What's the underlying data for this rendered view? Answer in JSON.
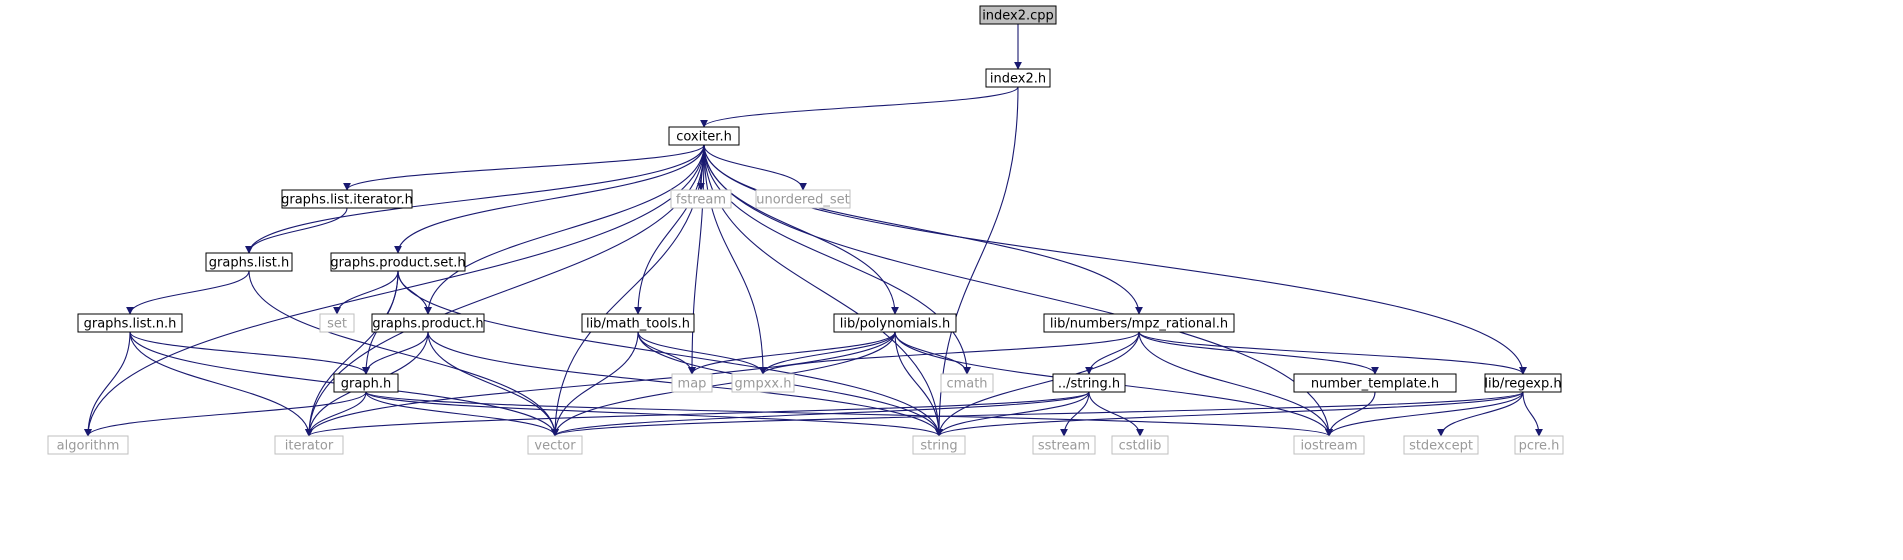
{
  "diagram": {
    "type": "include-dependency-graph",
    "colors": {
      "edge": "#191970",
      "node_border": "#000000",
      "external_border": "#bfbfbf",
      "root_fill": "#bfbfbf",
      "external_text": "#9a9a9a"
    },
    "nodes": [
      {
        "id": "index2cpp",
        "label": "index2.cpp",
        "kind": "root"
      },
      {
        "id": "index2h",
        "label": "index2.h",
        "kind": "local"
      },
      {
        "id": "coxiter",
        "label": "coxiter.h",
        "kind": "local"
      },
      {
        "id": "gli",
        "label": "graphs.list.iterator.h",
        "kind": "local"
      },
      {
        "id": "fstream",
        "label": "fstream",
        "kind": "external"
      },
      {
        "id": "unordered_set",
        "label": "unordered_set",
        "kind": "external"
      },
      {
        "id": "gl",
        "label": "graphs.list.h",
        "kind": "local"
      },
      {
        "id": "gps",
        "label": "graphs.product.set.h",
        "kind": "local"
      },
      {
        "id": "gln",
        "label": "graphs.list.n.h",
        "kind": "local"
      },
      {
        "id": "set",
        "label": "set",
        "kind": "external"
      },
      {
        "id": "gp",
        "label": "graphs.product.h",
        "kind": "local"
      },
      {
        "id": "mt",
        "label": "lib/math_tools.h",
        "kind": "local"
      },
      {
        "id": "poly",
        "label": "lib/polynomials.h",
        "kind": "local"
      },
      {
        "id": "mpz",
        "label": "lib/numbers/mpz_rational.h",
        "kind": "local"
      },
      {
        "id": "map",
        "label": "map",
        "kind": "external"
      },
      {
        "id": "gmpxx",
        "label": "gmpxx.h",
        "kind": "external"
      },
      {
        "id": "cmath",
        "label": "cmath",
        "kind": "external"
      },
      {
        "id": "graph",
        "label": "graph.h",
        "kind": "local"
      },
      {
        "id": "string_h",
        "label": "../string.h",
        "kind": "local"
      },
      {
        "id": "numtpl",
        "label": "number_template.h",
        "kind": "local"
      },
      {
        "id": "regexp",
        "label": "lib/regexp.h",
        "kind": "local"
      },
      {
        "id": "algorithm",
        "label": "algorithm",
        "kind": "external"
      },
      {
        "id": "iterator",
        "label": "iterator",
        "kind": "external"
      },
      {
        "id": "vector",
        "label": "vector",
        "kind": "external"
      },
      {
        "id": "string",
        "label": "string",
        "kind": "external"
      },
      {
        "id": "sstream",
        "label": "sstream",
        "kind": "external"
      },
      {
        "id": "cstdlib",
        "label": "cstdlib",
        "kind": "external"
      },
      {
        "id": "iostream",
        "label": "iostream",
        "kind": "external"
      },
      {
        "id": "stdexcept",
        "label": "stdexcept",
        "kind": "external"
      },
      {
        "id": "pcre",
        "label": "pcre.h",
        "kind": "external"
      }
    ],
    "edges": [
      [
        "index2cpp",
        "index2h"
      ],
      [
        "index2h",
        "coxiter"
      ],
      [
        "index2h",
        "string"
      ],
      [
        "coxiter",
        "algorithm"
      ],
      [
        "coxiter",
        "iterator"
      ],
      [
        "coxiter",
        "gli"
      ],
      [
        "coxiter",
        "gl"
      ],
      [
        "coxiter",
        "gps"
      ],
      [
        "coxiter",
        "gp"
      ],
      [
        "coxiter",
        "vector"
      ],
      [
        "coxiter",
        "mt"
      ],
      [
        "coxiter",
        "map"
      ],
      [
        "coxiter",
        "fstream"
      ],
      [
        "coxiter",
        "unordered_set"
      ],
      [
        "coxiter",
        "gmpxx"
      ],
      [
        "coxiter",
        "poly"
      ],
      [
        "coxiter",
        "cmath"
      ],
      [
        "coxiter",
        "string"
      ],
      [
        "coxiter",
        "mpz"
      ],
      [
        "coxiter",
        "regexp"
      ],
      [
        "coxiter",
        "iostream"
      ],
      [
        "gli",
        "gl"
      ],
      [
        "gl",
        "gln"
      ],
      [
        "gl",
        "vector"
      ],
      [
        "gps",
        "set"
      ],
      [
        "gps",
        "gp"
      ],
      [
        "gps",
        "graph"
      ],
      [
        "gps",
        "iterator"
      ],
      [
        "gps",
        "string"
      ],
      [
        "gln",
        "algorithm"
      ],
      [
        "gln",
        "iterator"
      ],
      [
        "gln",
        "vector"
      ],
      [
        "gln",
        "graph"
      ],
      [
        "gp",
        "graph"
      ],
      [
        "gp",
        "iterator"
      ],
      [
        "gp",
        "vector"
      ],
      [
        "gp",
        "string"
      ],
      [
        "graph",
        "algorithm"
      ],
      [
        "graph",
        "iterator"
      ],
      [
        "graph",
        "vector"
      ],
      [
        "graph",
        "string"
      ],
      [
        "graph",
        "iostream"
      ],
      [
        "mt",
        "map"
      ],
      [
        "mt",
        "gmpxx"
      ],
      [
        "mt",
        "vector"
      ],
      [
        "mt",
        "string"
      ],
      [
        "poly",
        "map"
      ],
      [
        "poly",
        "gmpxx"
      ],
      [
        "poly",
        "cmath"
      ],
      [
        "poly",
        "string"
      ],
      [
        "poly",
        "vector"
      ],
      [
        "poly",
        "iterator"
      ],
      [
        "poly",
        "iostream"
      ],
      [
        "mpz",
        "gmpxx"
      ],
      [
        "mpz",
        "string_h"
      ],
      [
        "mpz",
        "string"
      ],
      [
        "mpz",
        "iostream"
      ],
      [
        "mpz",
        "numtpl"
      ],
      [
        "mpz",
        "regexp"
      ],
      [
        "string_h",
        "iterator"
      ],
      [
        "string_h",
        "vector"
      ],
      [
        "string_h",
        "string"
      ],
      [
        "string_h",
        "sstream"
      ],
      [
        "string_h",
        "cstdlib"
      ],
      [
        "numtpl",
        "iostream"
      ],
      [
        "regexp",
        "vector"
      ],
      [
        "regexp",
        "string"
      ],
      [
        "regexp",
        "iostream"
      ],
      [
        "regexp",
        "stdexcept"
      ],
      [
        "regexp",
        "pcre"
      ]
    ]
  }
}
